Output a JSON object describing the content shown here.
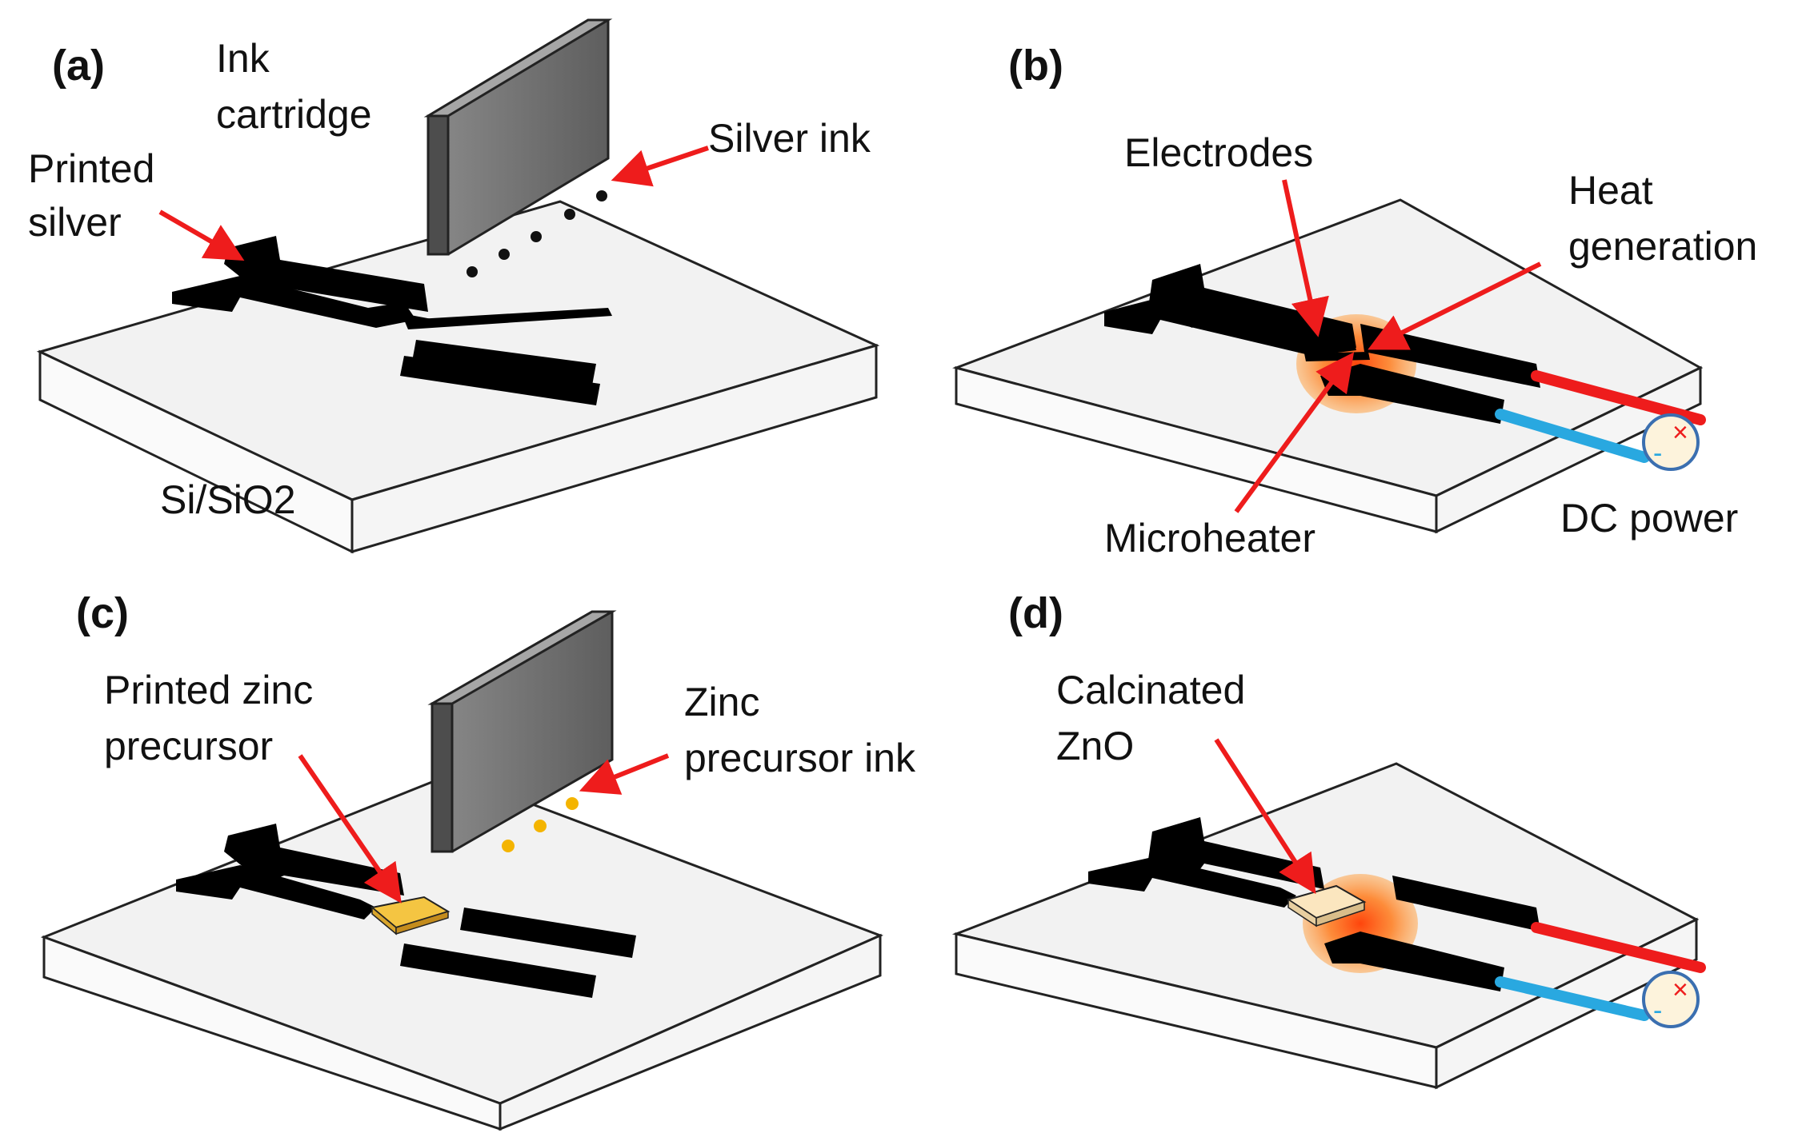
{
  "colors": {
    "substrate_top": "#f2f2f2",
    "substrate_side": "#f7f7f7",
    "outline": "#222222",
    "electrode": "#000000",
    "arrow": "#ee1c1c",
    "cartridge_front": "#7a7a7a",
    "cartridge_side": "#555555",
    "cartridge_top": "#9a9a9a",
    "silver_drop": "#111111",
    "zinc_drop": "#f4b400",
    "zinc_pad": "#f4c542",
    "zno_pad": "#fbe6bf",
    "heat_glow": "#ff7a1a",
    "wire_positive": "#ee1c1c",
    "wire_negative": "#29a8e0",
    "power_source_fill": "#fdf3dc",
    "power_source_ring": "#3b6fb0"
  },
  "panels": {
    "a": {
      "label": "(a)",
      "ink_cartridge": [
        "Ink",
        "cartridge"
      ],
      "printed_silver": [
        "Printed",
        "silver"
      ],
      "silver_ink": "Silver ink",
      "substrate": "Si/SiO2"
    },
    "b": {
      "label": "(b)",
      "electrodes": "Electrodes",
      "heat_generation": [
        "Heat",
        "generation"
      ],
      "microheater": "Microheater",
      "dc_power": "DC power",
      "plus_sign": "×",
      "minus_sign": "-"
    },
    "c": {
      "label": "(c)",
      "printed_zinc_precursor": [
        "Printed zinc",
        "precursor"
      ],
      "zinc_precursor_ink": [
        "Zinc",
        "precursor ink"
      ]
    },
    "d": {
      "label": "(d)",
      "calcinated_zno": [
        "Calcinated",
        "ZnO"
      ],
      "plus_sign": "×",
      "minus_sign": "-"
    }
  }
}
